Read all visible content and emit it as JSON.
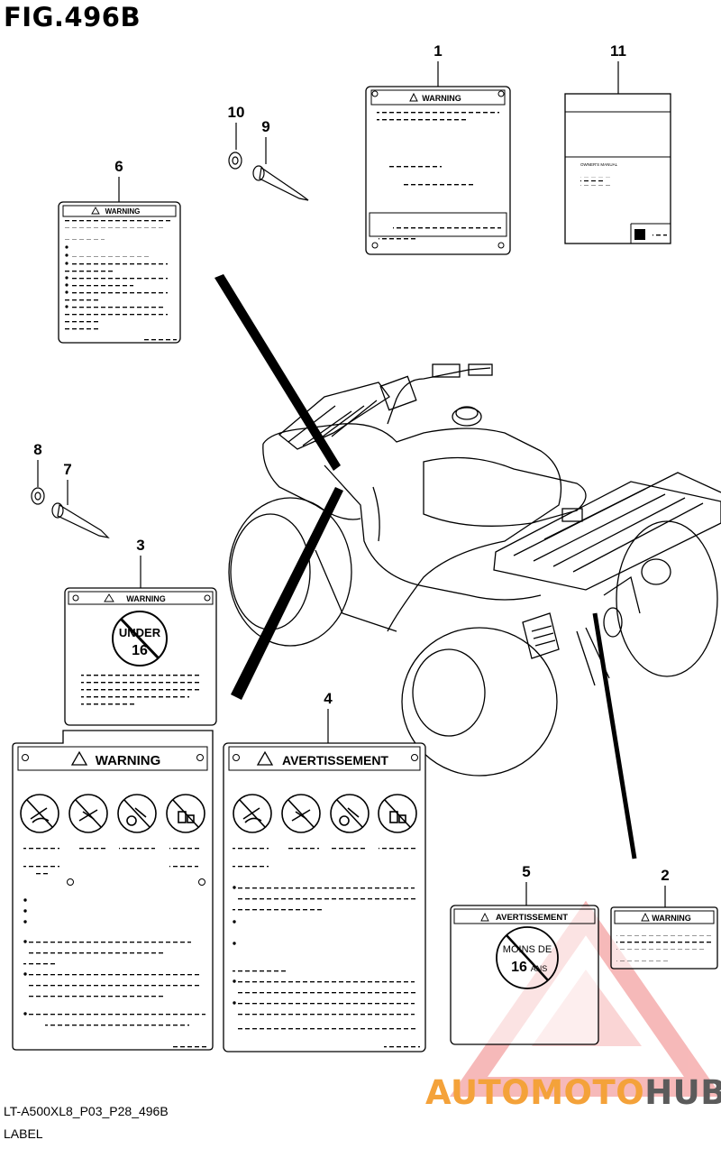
{
  "figure": {
    "title": "FIG.496B"
  },
  "callouts": [
    "1",
    "2",
    "3",
    "4",
    "5",
    "6",
    "7",
    "8",
    "9",
    "10",
    "11"
  ],
  "labels": {
    "warning": "WARNING",
    "avertissement": "AVERTISSEMENT",
    "under": "UNDER",
    "under_age": "16",
    "moins_de": "MOINS DE",
    "moins_age": "16",
    "ans": "ANS",
    "owners_manual": "OWNER'S MANUAL"
  },
  "footer": {
    "code": "LT-A500XL8_P03_P28_496B",
    "name": "LABEL"
  },
  "watermark": {
    "part1": "AUTOMOTO",
    "part2": "HUB",
    "accent_color": "#f4a23a",
    "dark_color": "#5b5b5b",
    "triangle_color": "#f08080"
  }
}
